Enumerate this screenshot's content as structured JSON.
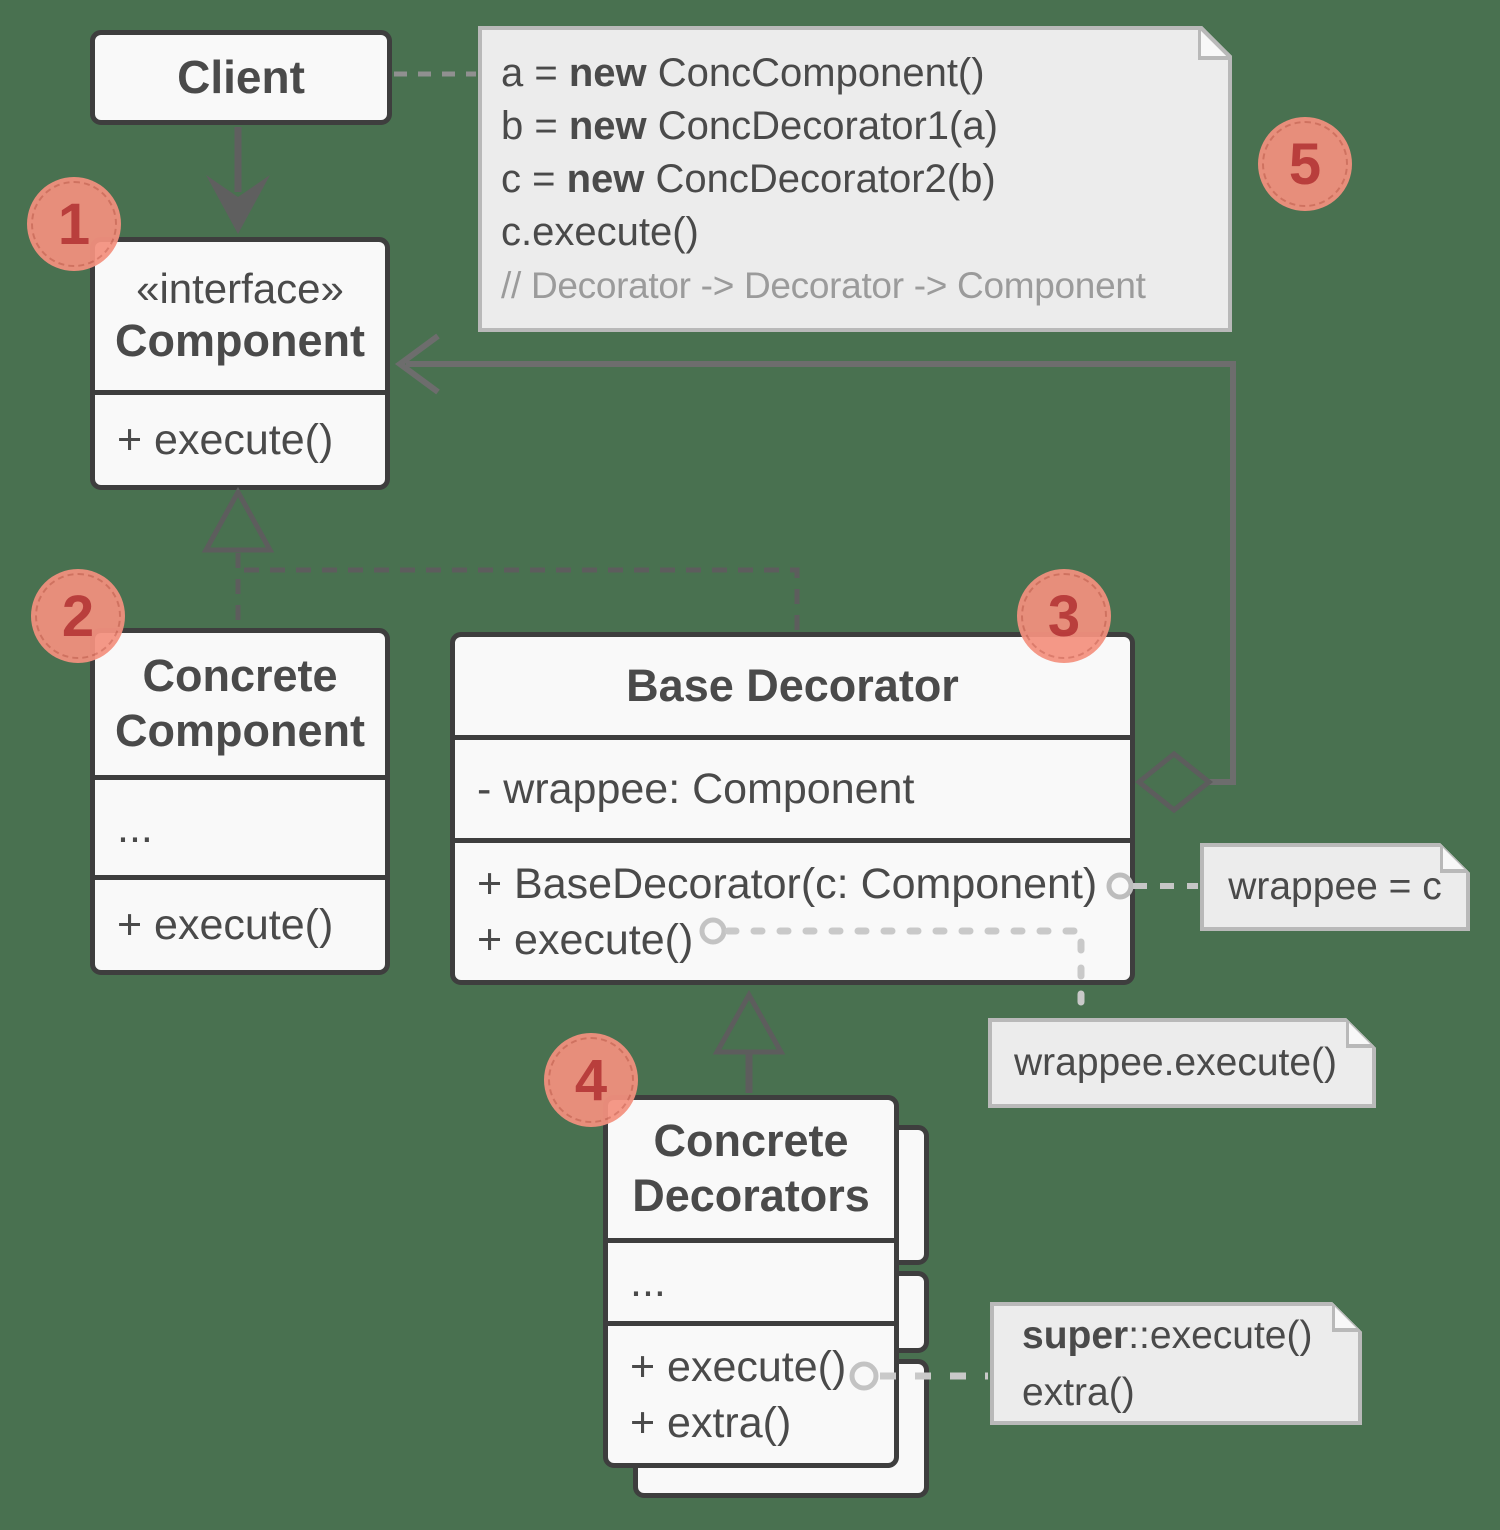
{
  "colors": {
    "background": "#497150",
    "box_fill": "#f9f9f9",
    "box_border": "#3e3e3e",
    "note_fill": "#ececec",
    "note_border": "#b9b9b9",
    "badge_fill": "#f4917f",
    "badge_text": "#c23b3b",
    "connector_dark": "#5d5d5d",
    "connector_light": "#c6c6c6"
  },
  "classes": {
    "client": {
      "title": "Client"
    },
    "component": {
      "stereotype": "«interface»",
      "title": "Component",
      "method": "+ execute()"
    },
    "concrete_component": {
      "title1": "Concrete",
      "title2": "Component",
      "field": "...",
      "method": "+ execute()"
    },
    "base_decorator": {
      "title": "Base Decorator",
      "attribute": "- wrappee: Component",
      "method1": "+ BaseDecorator(c: Component)",
      "method2": "+ execute()"
    },
    "concrete_decorators": {
      "title1": "Concrete",
      "title2": "Decorators",
      "field": "...",
      "method1": "+ execute()",
      "method2": "+ extra()"
    }
  },
  "notes": {
    "code": {
      "line1": {
        "pre": "a = ",
        "keyword": "new",
        "post": " ConcComponent()"
      },
      "line2": {
        "pre": "b = ",
        "keyword": "new",
        "post": " ConcDecorator1(a)"
      },
      "line3": {
        "pre": "c = ",
        "keyword": "new",
        "post": " ConcDecorator2(b)"
      },
      "line4": "c.execute()",
      "comment": "// Decorator -> Decorator -> Component"
    },
    "wrappee_assign": {
      "text": "wrappee = c"
    },
    "wrappee_call": {
      "text": "wrappee.execute()"
    },
    "super_call": {
      "keyword": "super",
      "post": "::execute()",
      "line2": "extra()"
    }
  },
  "badges": {
    "b1": "1",
    "b2": "2",
    "b3": "3",
    "b4": "4",
    "b5": "5"
  }
}
